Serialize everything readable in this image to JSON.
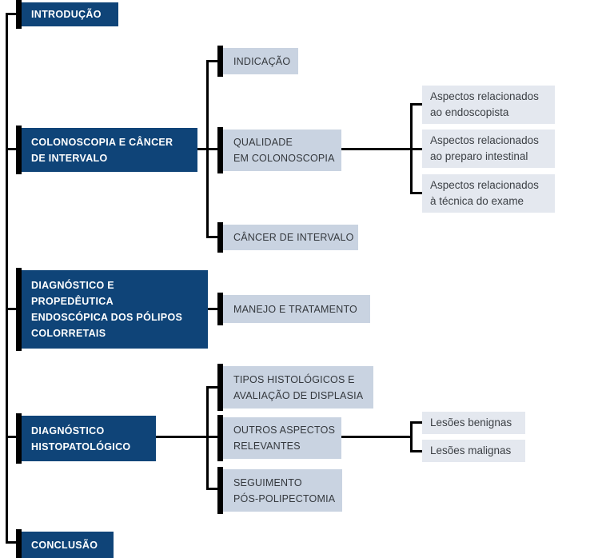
{
  "colors": {
    "accent_blue": "#0f4478",
    "level1_bg": "#c9d3e1",
    "level2_bg": "#e4e8ef",
    "line_black": "#000000",
    "dark_text": "#ffffff",
    "level1_text": "#34383d",
    "level2_text": "#3c4045"
  },
  "tree": [
    {
      "label": "INTRODUÇÃO"
    },
    {
      "label": "COLONOSCOPIA E CÂNCER\nDE INTERVALO",
      "children": [
        {
          "label": "INDICAÇÃO"
        },
        {
          "label": "QUALIDADE\nEM COLONOSCOPIA",
          "children": [
            {
              "label": "Aspectos relacionados\nao endoscopista"
            },
            {
              "label": "Aspectos relacionados\nao preparo intestinal"
            },
            {
              "label": "Aspectos relacionados\nà técnica do exame"
            }
          ]
        },
        {
          "label": "CÂNCER DE INTERVALO"
        }
      ]
    },
    {
      "label": "DIAGNÓSTICO E\nPROPEDÊUTICA\nENDOSCÓPICA DOS PÓLIPOS\nCOLORRETAIS",
      "children": [
        {
          "label": "MANEJO E TRATAMENTO"
        }
      ]
    },
    {
      "label": "DIAGNÓSTICO\nHISTOPATOLÓGICO",
      "children": [
        {
          "label": "TIPOS HISTOLÓGICOS E\nAVALIAÇÃO DE DISPLASIA"
        },
        {
          "label": "OUTROS ASPECTOS\nRELEVANTES",
          "children": [
            {
              "label": "Lesões benignas"
            },
            {
              "label": "Lesões malignas"
            }
          ]
        },
        {
          "label": "SEGUIMENTO\nPÓS-POLIPECTOMIA"
        }
      ]
    },
    {
      "label": "CONCLUSÃO"
    }
  ]
}
